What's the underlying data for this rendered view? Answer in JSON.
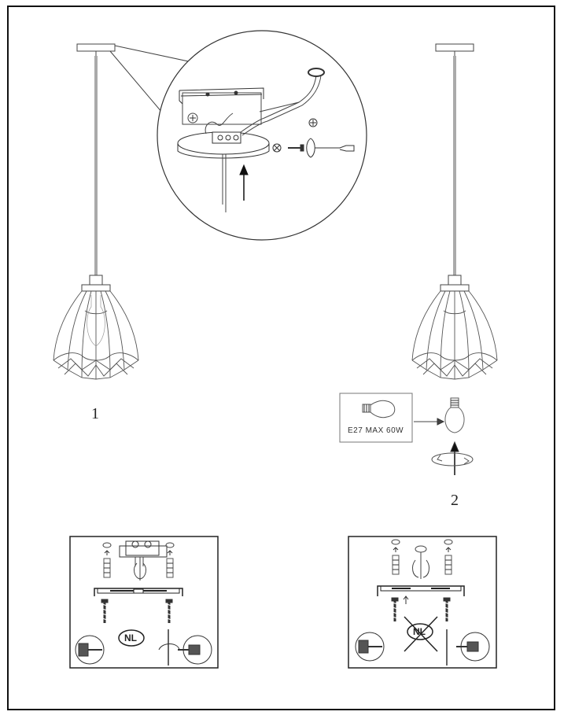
{
  "steps": {
    "step1": "1",
    "step2": "2"
  },
  "bulb": {
    "spec": "E27   MAX  60W"
  },
  "mounting": {
    "left_badge": "NL",
    "right_badge": "NL"
  },
  "colors": {
    "line": "#333333",
    "light_line": "#666666",
    "border": "#111111"
  }
}
